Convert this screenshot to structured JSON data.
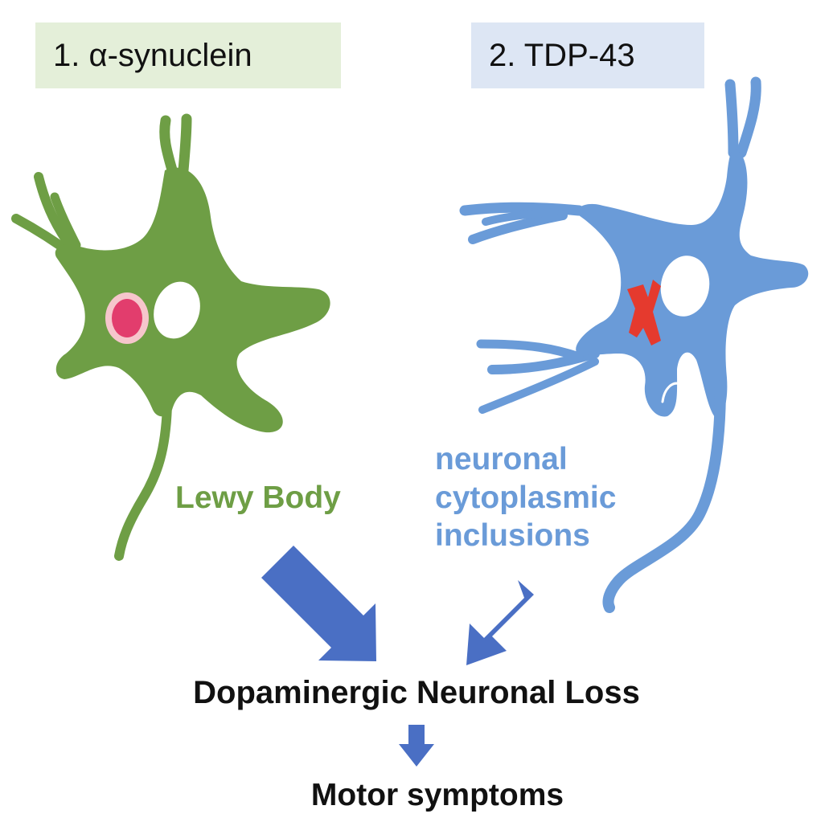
{
  "colors": {
    "green_cell": "#6e9e45",
    "blue_cell": "#6a9bd8",
    "lewy_body_core": "#e23d6d",
    "lewy_body_halo": "#f6c6cc",
    "inclusion": "#e53a2e",
    "arrow": "#4a6fc4",
    "box1_bg": "#e4efd9",
    "box2_bg": "#dde6f4"
  },
  "header": {
    "left_label": "1. α-synuclein",
    "right_label": "2. TDP-43"
  },
  "cells": {
    "left_annotation": "Lewy Body",
    "right_annotation_lines": [
      "neuronal",
      "cytoplasmic",
      "inclusions"
    ]
  },
  "outcome": {
    "primary": "Dopaminergic Neuronal Loss",
    "secondary": "Motor symptoms"
  },
  "icons": [
    "green-neuron-icon",
    "blue-neuron-icon",
    "lewy-body-icon",
    "inclusion-icon",
    "arrow-icon"
  ]
}
